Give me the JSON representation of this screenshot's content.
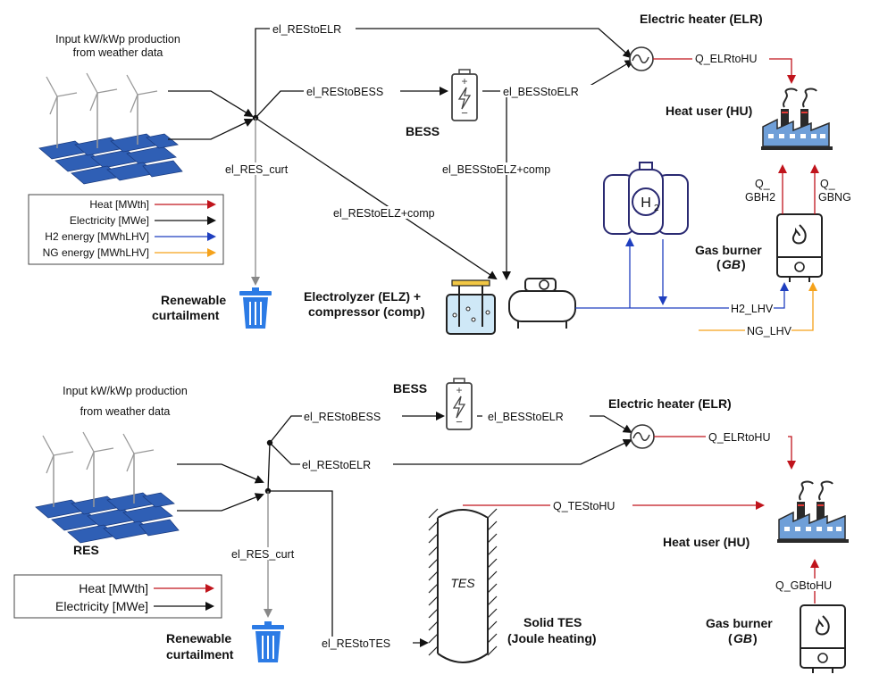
{
  "top": {
    "input_line1": "Input kW/kWp production",
    "input_line2": "from weather data",
    "flows": {
      "res_to_elr": "el_REStoELR",
      "res_to_bess": "el_REStoBESS",
      "bess_to_elr": "el_BESStoELR",
      "elr_to_hu": "Q_ELRtoHU",
      "res_curt": "el_RES_curt",
      "bess_to_elz": "el_BESStoELZ+comp",
      "res_to_elz": "el_REStoELZ+comp",
      "gbh2_1": "Q_",
      "gbh2_2": "GBH2",
      "gbng_1": "Q_",
      "gbng_2": "GBNG",
      "h2_lhv": "H2_LHV",
      "ng_lhv": "NG_LHV"
    },
    "nodes": {
      "elr": "Electric heater (ELR)",
      "bess": "BESS",
      "hu": "Heat user (HU)",
      "gb_1": "Gas burner",
      "gb_2": "GB",
      "curt_1": "Renewable",
      "curt_2": "curtailment",
      "elz_1": "Electrolyzer (ELZ) +",
      "elz_2": "compressor (comp)",
      "h2_symbol": "H"
    },
    "legend": [
      {
        "label": "Heat  [MWth]",
        "color": "#c0141c"
      },
      {
        "label": "Electricity  [MWe]",
        "color": "#111111"
      },
      {
        "label": "H2 energy  [MWhLHV]",
        "color": "#1f3fbf"
      },
      {
        "label": "NG energy  [MWhLHV]",
        "color": "#f5a21b"
      }
    ]
  },
  "bottom": {
    "input_line1": "Input kW/kWp production",
    "input_line2": "from weather data",
    "res": "RES",
    "flows": {
      "res_to_bess": "el_REStoBESS",
      "bess_to_elr": "el_BESStoELR",
      "res_to_elr": "el_REStoELR",
      "elr_to_hu": "Q_ELRtoHU",
      "tes_to_hu": "Q_TEStoHU",
      "res_curt": "el_RES_curt",
      "res_to_tes": "el_REStoTES",
      "gb_to_hu": "Q_GBtoHU"
    },
    "nodes": {
      "bess": "BESS",
      "elr": "Electric heater (ELR)",
      "hu": "Heat user (HU)",
      "gb_1": "Gas burner",
      "gb_2": "GB",
      "curt_1": "Renewable",
      "curt_2": "curtailment",
      "tes_inner": "TES",
      "tes_1": "Solid TES",
      "tes_2": "(Joule heating)"
    },
    "legend": [
      {
        "label": "Heat  [MWth]",
        "color": "#c0141c"
      },
      {
        "label": "Electricity  [MWe]",
        "color": "#111111"
      }
    ]
  }
}
